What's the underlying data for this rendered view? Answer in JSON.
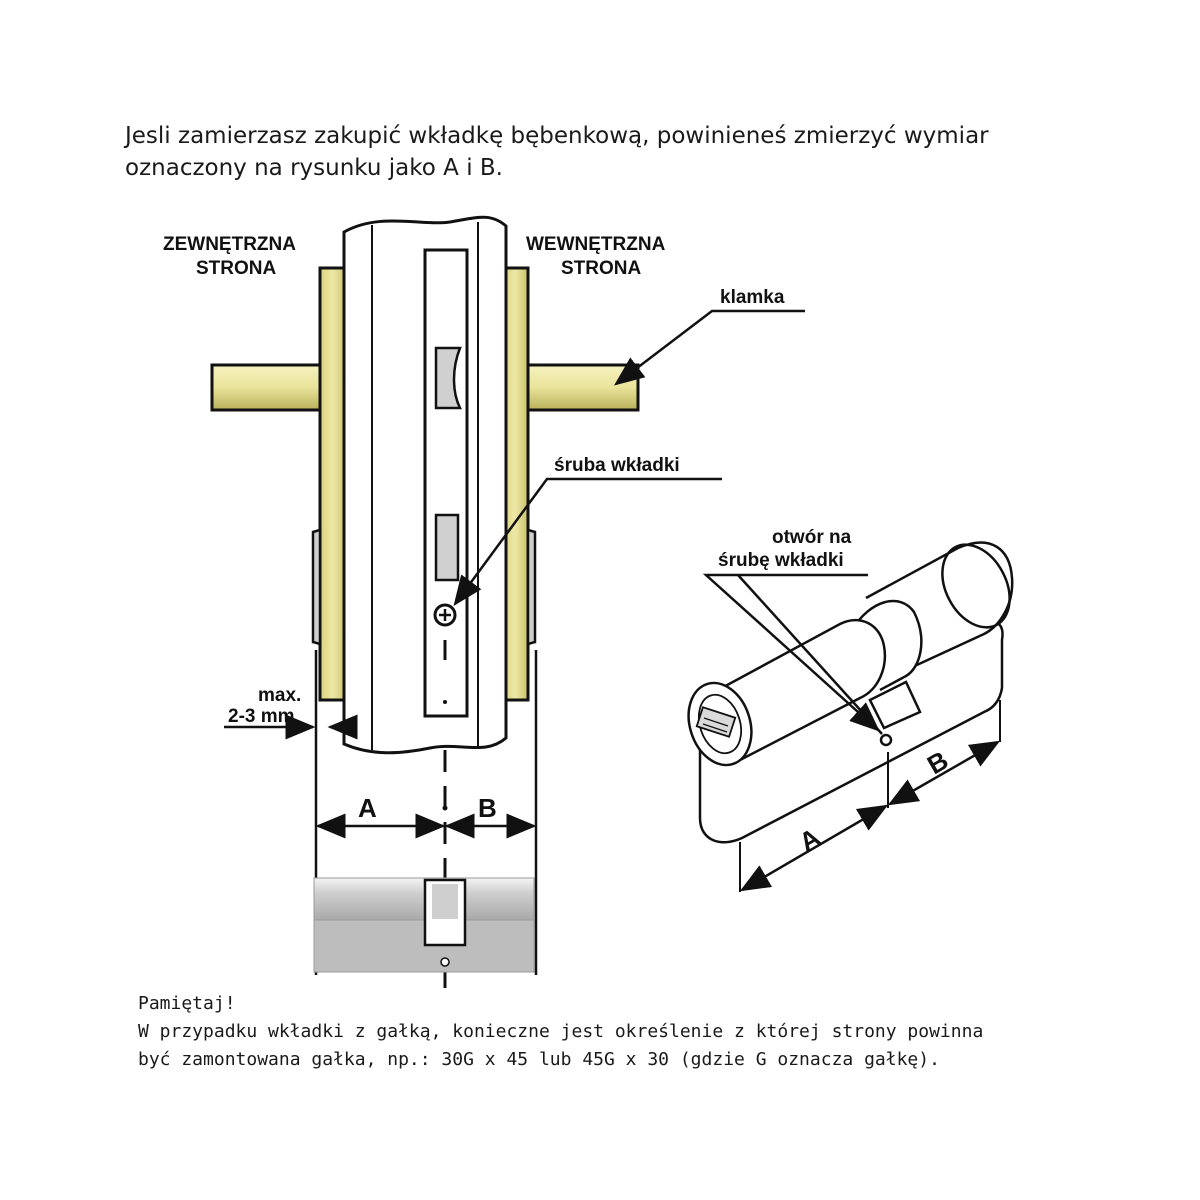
{
  "intro": {
    "line1": "Jesli zamierzasz zakupić wkładkę bębenkową, powinieneś zmierzyć wymiar",
    "line2": "oznaczony na rysunku jako A i B."
  },
  "labels": {
    "outer_side_1": "ZEWNĘTRZNA",
    "outer_side_2": "STRONA",
    "inner_side_1": "WEWNĘTRZNA",
    "inner_side_2": "STRONA",
    "handle": "klamka",
    "cylinder_screw": "śruba wkładki",
    "screw_hole_1": "otwór na",
    "screw_hole_2": "śrubę wkładki",
    "max_1": "max.",
    "max_2": "2-3 mm",
    "dim_a": "A",
    "dim_b": "B",
    "dim_a_3d": "A",
    "dim_b_3d": "B"
  },
  "note": {
    "line1": "Pamiętaj!",
    "line2": "W przypadku wkładki z gałką, konieczne jest określenie z której strony powinna",
    "line3": "być zamontowana gałka, np.: 30G x 45 lub 45G x 30 (gdzie G oznacza gałkę)."
  },
  "colors": {
    "brass": "#e9e39a",
    "brass_shade": "#b8b05a",
    "metal": "#d6d6d6",
    "outline": "#111111"
  }
}
